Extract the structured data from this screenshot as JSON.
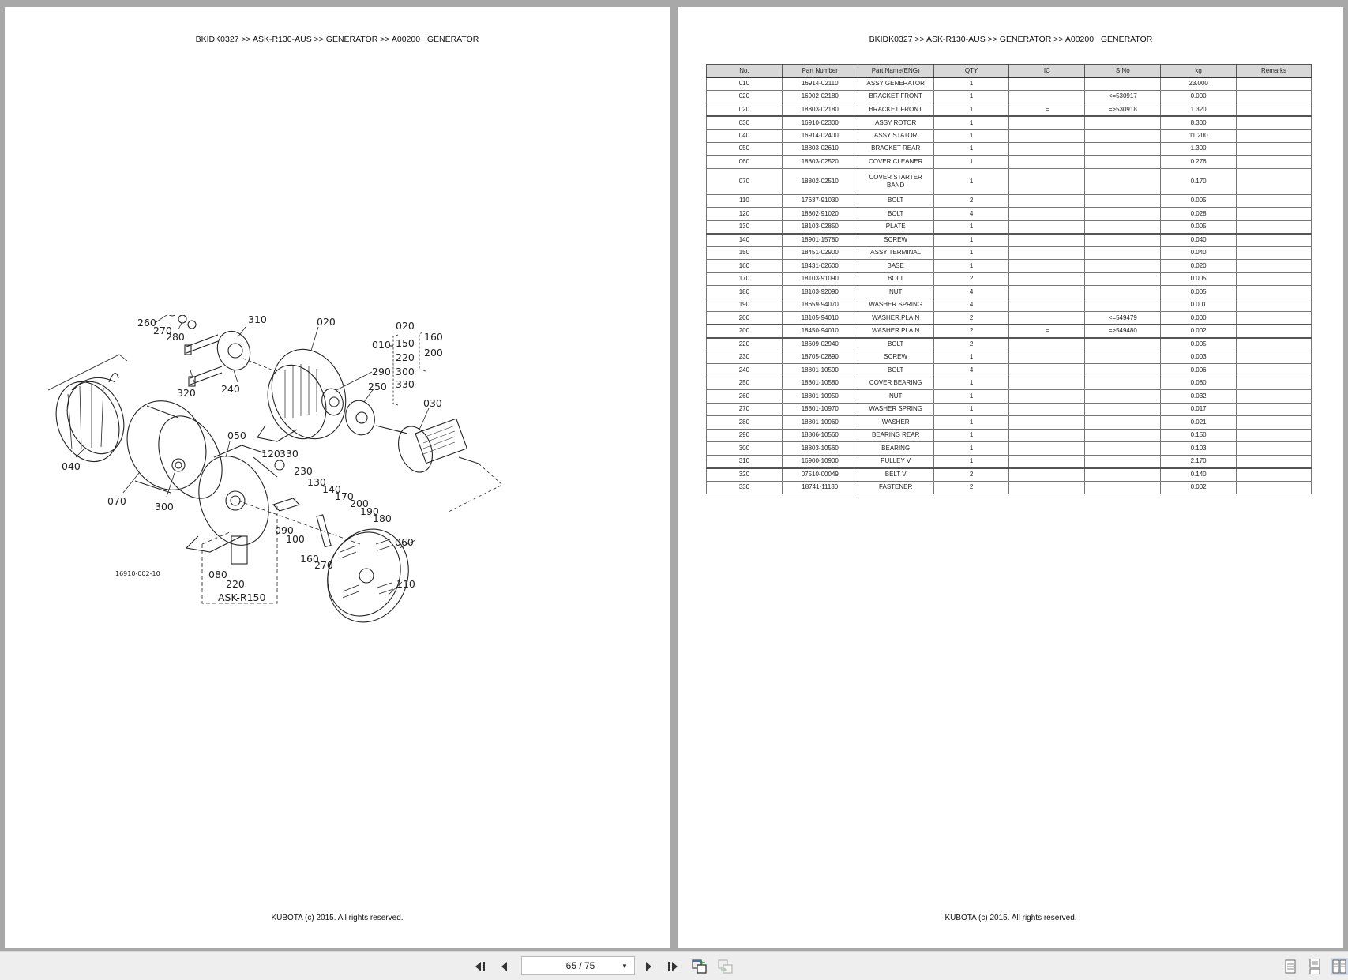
{
  "document": {
    "breadcrumb": "BKIDK0327 >> ASK-R130-AUS >> GENERATOR >> A00200   GENERATOR",
    "footer": "KUBOTA (c) 2015. All rights reserved."
  },
  "left_page": {
    "diagram": {
      "drawing_number": "16910-002-10",
      "variant_label": "ASK-R150",
      "callouts": [
        "260",
        "270",
        "280",
        "310",
        "020",
        "010",
        "020",
        "150",
        "220",
        "300",
        "330",
        "160",
        "200",
        "290",
        "250",
        "030",
        "040",
        "070",
        "300",
        "050",
        "120",
        "330",
        "230",
        "130",
        "140",
        "170",
        "200",
        "190",
        "180",
        "090",
        "100",
        "160",
        "270",
        "060",
        "080",
        "220",
        "110",
        "320",
        "240"
      ],
      "bracket_group_main": [
        "020",
        "~",
        "150",
        "•",
        "220",
        "~",
        "300",
        "•",
        "330"
      ],
      "bracket_group_side": [
        "160",
        "~",
        "200"
      ],
      "group_label": "010"
    }
  },
  "right_page": {
    "table": {
      "headers": [
        "No.",
        "Part Number",
        "Part Name(ENG)",
        "QTY",
        "IC",
        "S.No",
        "kg",
        "Remarks"
      ],
      "rows": [
        {
          "no": "010",
          "part": "16914-02110",
          "name": "ASSY GENERATOR",
          "qty": "1",
          "ic": "",
          "sno": "",
          "kg": "23.000",
          "remarks": ""
        },
        {
          "no": "020",
          "part": "16902-02180",
          "name": "BRACKET FRONT",
          "qty": "1",
          "ic": "",
          "sno": "<=530917",
          "kg": "0.000",
          "remarks": ""
        },
        {
          "no": "020",
          "part": "18803-02180",
          "name": "BRACKET FRONT",
          "qty": "1",
          "ic": "=",
          "sno": "=>530918",
          "kg": "1.320",
          "remarks": ""
        },
        {
          "no": "030",
          "part": "16910-02300",
          "name": "ASSY ROTOR",
          "qty": "1",
          "ic": "",
          "sno": "",
          "kg": "8.300",
          "remarks": ""
        },
        {
          "no": "040",
          "part": "16914-02400",
          "name": "ASSY STATOR",
          "qty": "1",
          "ic": "",
          "sno": "",
          "kg": "11.200",
          "remarks": ""
        },
        {
          "no": "050",
          "part": "18803-02610",
          "name": "BRACKET REAR",
          "qty": "1",
          "ic": "",
          "sno": "",
          "kg": "1.300",
          "remarks": ""
        },
        {
          "no": "060",
          "part": "18803-02520",
          "name": "COVER  CLEANER",
          "qty": "1",
          "ic": "",
          "sno": "",
          "kg": "0.276",
          "remarks": ""
        },
        {
          "no": "070",
          "part": "18802-02510",
          "name": "COVER STARTER BAND",
          "qty": "1",
          "ic": "",
          "sno": "",
          "kg": "0.170",
          "remarks": ""
        },
        {
          "no": "110",
          "part": "17637-91030",
          "name": "BOLT",
          "qty": "2",
          "ic": "",
          "sno": "",
          "kg": "0.005",
          "remarks": ""
        },
        {
          "no": "120",
          "part": "18802-91020",
          "name": "BOLT",
          "qty": "4",
          "ic": "",
          "sno": "",
          "kg": "0.028",
          "remarks": ""
        },
        {
          "no": "130",
          "part": "18103-02850",
          "name": "PLATE",
          "qty": "1",
          "ic": "",
          "sno": "",
          "kg": "0.005",
          "remarks": ""
        },
        {
          "no": "140",
          "part": "18901-15780",
          "name": "SCREW",
          "qty": "1",
          "ic": "",
          "sno": "",
          "kg": "0.040",
          "remarks": ""
        },
        {
          "no": "150",
          "part": "18451-02900",
          "name": "ASSY TERMINAL",
          "qty": "1",
          "ic": "",
          "sno": "",
          "kg": "0.040",
          "remarks": ""
        },
        {
          "no": "160",
          "part": "18431-02600",
          "name": "BASE",
          "qty": "1",
          "ic": "",
          "sno": "",
          "kg": "0.020",
          "remarks": ""
        },
        {
          "no": "170",
          "part": "18103-91090",
          "name": "BOLT",
          "qty": "2",
          "ic": "",
          "sno": "",
          "kg": "0.005",
          "remarks": ""
        },
        {
          "no": "180",
          "part": "18103-92090",
          "name": "NUT",
          "qty": "4",
          "ic": "",
          "sno": "",
          "kg": "0.005",
          "remarks": ""
        },
        {
          "no": "190",
          "part": "18659-94070",
          "name": "WASHER SPRING",
          "qty": "4",
          "ic": "",
          "sno": "",
          "kg": "0.001",
          "remarks": ""
        },
        {
          "no": "200",
          "part": "18105-94010",
          "name": "WASHER.PLAIN",
          "qty": "2",
          "ic": "",
          "sno": "<=549479",
          "kg": "0.000",
          "remarks": ""
        },
        {
          "no": "200",
          "part": "18450-94010",
          "name": "WASHER.PLAIN",
          "qty": "2",
          "ic": "=",
          "sno": "=>549480",
          "kg": "0.002",
          "remarks": ""
        },
        {
          "no": "220",
          "part": "18609-02940",
          "name": "BOLT",
          "qty": "2",
          "ic": "",
          "sno": "",
          "kg": "0.005",
          "remarks": ""
        },
        {
          "no": "230",
          "part": "18705-02890",
          "name": "SCREW",
          "qty": "1",
          "ic": "",
          "sno": "",
          "kg": "0.003",
          "remarks": ""
        },
        {
          "no": "240",
          "part": "18801-10590",
          "name": "BOLT",
          "qty": "4",
          "ic": "",
          "sno": "",
          "kg": "0.006",
          "remarks": ""
        },
        {
          "no": "250",
          "part": "18801-10580",
          "name": "COVER BEARING",
          "qty": "1",
          "ic": "",
          "sno": "",
          "kg": "0.080",
          "remarks": ""
        },
        {
          "no": "260",
          "part": "18801-10950",
          "name": "NUT",
          "qty": "1",
          "ic": "",
          "sno": "",
          "kg": "0.032",
          "remarks": ""
        },
        {
          "no": "270",
          "part": "18801-10970",
          "name": "WASHER SPRING",
          "qty": "1",
          "ic": "",
          "sno": "",
          "kg": "0.017",
          "remarks": ""
        },
        {
          "no": "280",
          "part": "18801-10960",
          "name": "WASHER",
          "qty": "1",
          "ic": "",
          "sno": "",
          "kg": "0.021",
          "remarks": ""
        },
        {
          "no": "290",
          "part": "18806-10560",
          "name": "BEARING REAR",
          "qty": "1",
          "ic": "",
          "sno": "",
          "kg": "0.150",
          "remarks": ""
        },
        {
          "no": "300",
          "part": "18803-10560",
          "name": "BEARING",
          "qty": "1",
          "ic": "",
          "sno": "",
          "kg": "0.103",
          "remarks": ""
        },
        {
          "no": "310",
          "part": "16900-10900",
          "name": "PULLEY V",
          "qty": "1",
          "ic": "",
          "sno": "",
          "kg": "2.170",
          "remarks": ""
        },
        {
          "no": "320",
          "part": "07510-00049",
          "name": "BELT V",
          "qty": "2",
          "ic": "",
          "sno": "",
          "kg": "0.140",
          "remarks": ""
        },
        {
          "no": "330",
          "part": "18741-11130",
          "name": "FASTENER",
          "qty": "2",
          "ic": "",
          "sno": "",
          "kg": "0.002",
          "remarks": ""
        }
      ]
    }
  },
  "toolbar": {
    "first_page_icon": "first-page-icon",
    "prev_page_icon": "prev-page-icon",
    "page_indicator": "65 / 75",
    "next_page_icon": "next-page-icon",
    "last_page_icon": "last-page-icon",
    "back_view_icon": "previous-view-icon",
    "forward_view_icon": "next-view-icon",
    "view_modes": [
      "single-page",
      "continuous",
      "two-page"
    ],
    "active_view_mode": "two-page",
    "accent_color": "#cfd9ea"
  }
}
